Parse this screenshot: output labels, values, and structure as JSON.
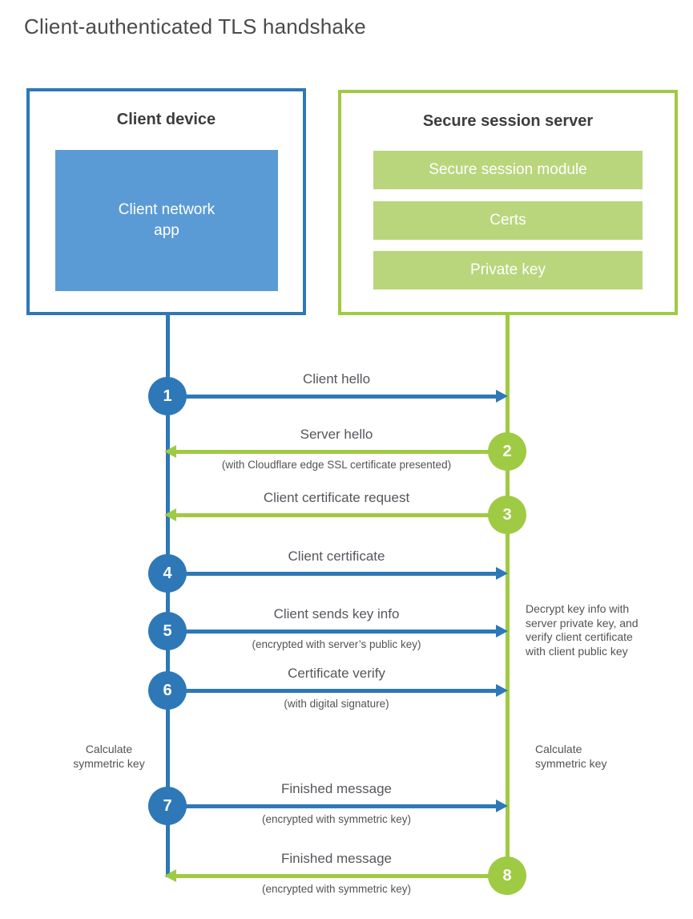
{
  "title": "Client-authenticated TLS handshake",
  "colors": {
    "client_stroke": "#2e78b8",
    "client_fill": "#5b9bd5",
    "server_stroke": "#9fca43",
    "server_fill": "#b9d67c",
    "text_dark": "#3d3d3d",
    "text_gray": "#55575c"
  },
  "client": {
    "title": "Client device",
    "app_label": "Client network\napp"
  },
  "server": {
    "title": "Secure session server",
    "modules": [
      "Secure session module",
      "Certs",
      "Private key"
    ]
  },
  "messages": [
    {
      "step": "1",
      "from": "client",
      "to": "server",
      "label": "Client hello",
      "note": ""
    },
    {
      "step": "2",
      "from": "server",
      "to": "client",
      "label": "Server hello",
      "note": "(with Cloudflare edge SSL certificate presented)"
    },
    {
      "step": "3",
      "from": "server",
      "to": "client",
      "label": "Client certificate request",
      "note": ""
    },
    {
      "step": "4",
      "from": "client",
      "to": "server",
      "label": "Client certificate",
      "note": ""
    },
    {
      "step": "5",
      "from": "client",
      "to": "server",
      "label": "Client sends key info",
      "note": "(encrypted with server’s public key)"
    },
    {
      "step": "6",
      "from": "client",
      "to": "server",
      "label": "Certificate verify",
      "note": "(with digital signature)"
    },
    {
      "step": "7",
      "from": "client",
      "to": "server",
      "label": "Finished message",
      "note": "(encrypted with symmetric key)"
    },
    {
      "step": "8",
      "from": "server",
      "to": "client",
      "label": "Finished message",
      "note": "(encrypted with symmetric key)"
    }
  ],
  "annotations": {
    "decrypt_note": "Decrypt key info with\nserver private key, and\nverify client certificate\nwith client public key",
    "calc_client": "Calculate\nsymmetric key",
    "calc_server": "Calculate\nsymmetric key"
  }
}
